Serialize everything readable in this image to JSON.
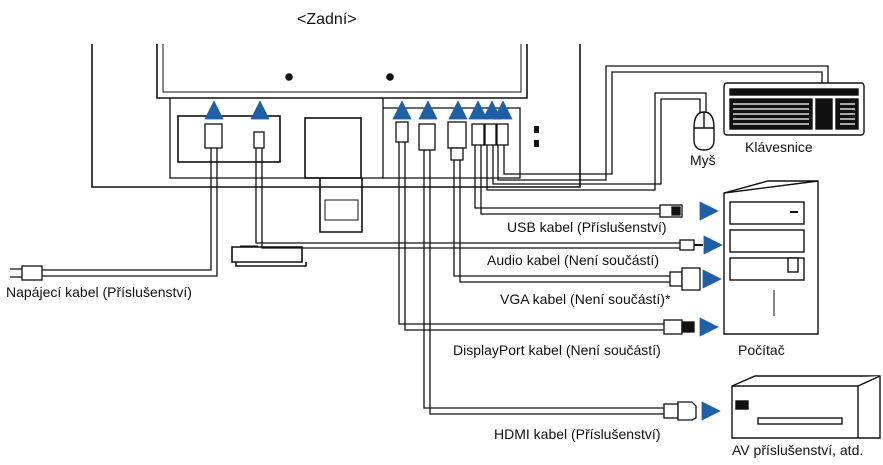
{
  "title": "<Zadní>",
  "devices": {
    "mouse": "Myš",
    "keyboard": "Klávesnice",
    "computer": "Počítač",
    "av": "AV příslušenství, atd."
  },
  "cables": {
    "power": "Napájecí kabel (Příslušenství)",
    "usb": "USB kabel (Příslušenství)",
    "audio": "Audio kabel (Není součástí)",
    "vga": "VGA kabel (Není součástí)*",
    "displayport": "DisplayPort kabel (Není součástí)",
    "hdmi": "HDMI kabel (Příslušenství)"
  },
  "colors": {
    "arrow": "#1f5fa8",
    "line": "#111111",
    "cable_fill": "#ffffff"
  }
}
